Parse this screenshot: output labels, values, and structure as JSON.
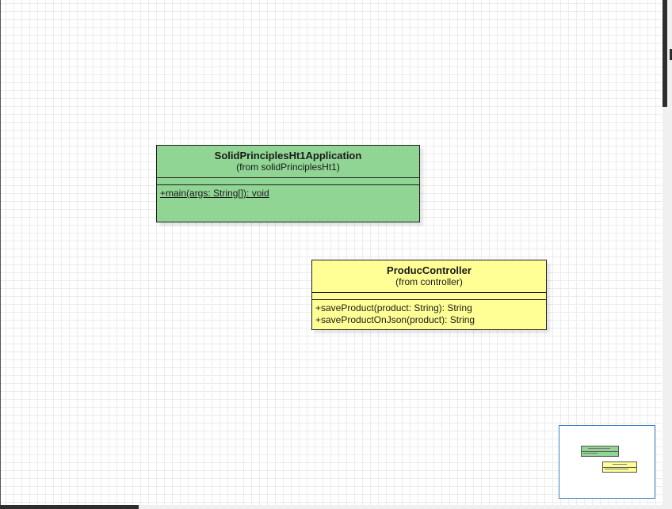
{
  "diagram": {
    "classes": [
      {
        "name": "SolidPrinciplesHt1Application",
        "package": "(from solidPrinciplesHt1)",
        "operations": [
          "+main(args: String[]): void"
        ],
        "static_operations": [
          true
        ],
        "fill": "#90d593"
      },
      {
        "name": "ProducController",
        "package": "(from controller)",
        "operations": [
          "+saveProduct(product: String): String",
          "+saveProductOnJson(product): String"
        ],
        "static_operations": [
          false,
          false
        ],
        "fill": "#ffff95"
      }
    ]
  },
  "colors": {
    "grid": "#ececec",
    "minimap_border": "#3b82c4",
    "scroll_thumb": "#2e2e2e"
  }
}
